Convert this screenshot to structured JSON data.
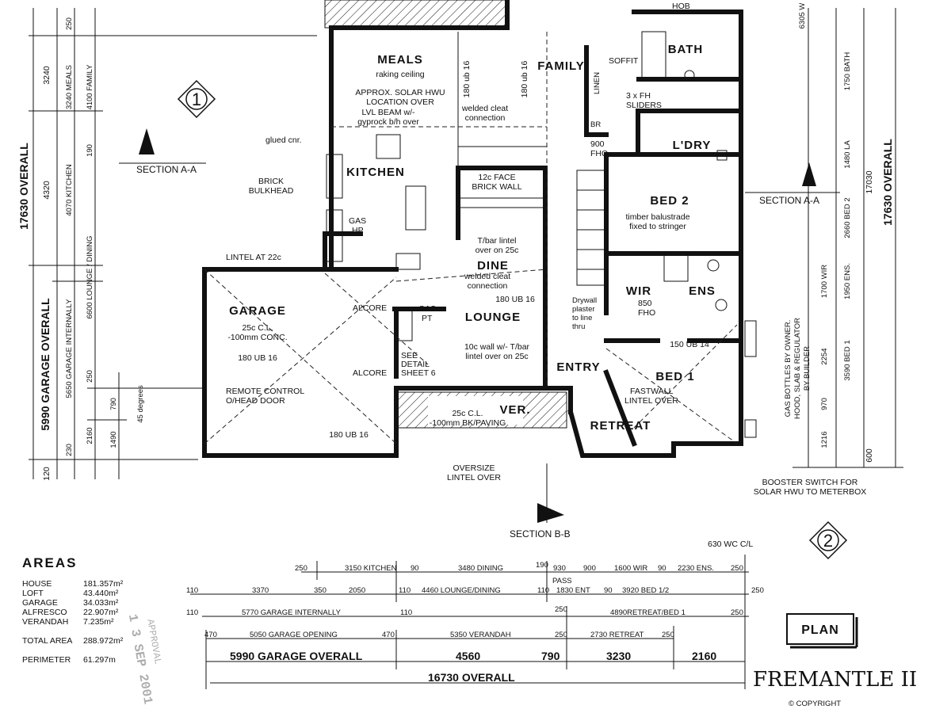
{
  "drawing": {
    "plan_title": "PLAN",
    "name": "FREMANTLE II",
    "copyright": "© COPYRIGHT",
    "section_aa_left": "SECTION A-A",
    "section_aa_right": "SECTION A-A",
    "section_bb": "SECTION B-B",
    "marker_1": "1",
    "marker_2": "2"
  },
  "rooms": {
    "meals": "MEALS",
    "meals_note": "raking ceiling",
    "family": "FAMILY",
    "kitchen": "KITCHEN",
    "dine": "DINE",
    "lounge": "LOUNGE",
    "garage": "GARAGE",
    "bath": "BATH",
    "ldry": "L'DRY",
    "bed2": "BED 2",
    "ens": "ENS",
    "wir": "WIR",
    "entry": "ENTRY",
    "bed1": "BED 1",
    "retreat": "RETREAT",
    "ver": "VER.",
    "alcore1": "ALCORE",
    "alcore2": "ALCORE"
  },
  "notes": {
    "solar": "APPROX. SOLAR HWU",
    "solar2": "LOCATION OVER",
    "lvl": "LVL BEAM w/-",
    "lvl2": "gyprock b/h over",
    "cleat1": "welded cleat",
    "cleat1b": "connection",
    "face": "12c FACE",
    "face2": "BRICK WALL",
    "tbar": "T/bar lintel",
    "tbar2": "over on 25c",
    "cleat2": "welded cleat",
    "cleat2b": "connection",
    "wall10": "10c wall w/- T/bar",
    "wall10b": "lintel over on 25c",
    "timber": "timber balustrade",
    "timber2": "fixed to stringer",
    "drywall": "Drywall",
    "drywall2": "plaster",
    "drywall3": "to line",
    "drywall4": "thru",
    "brick": "BRICK",
    "brick2": "BULKHEAD",
    "glued": "glued cnr.",
    "lintel22": "LINTEL AT 22c",
    "remote": "REMOTE CONTROL",
    "remote2": "O/HEAD DOOR",
    "garage_cl": "25c C.L.",
    "garage_cl2": "-100mm CONC.",
    "ver_cl": "25c C.L.",
    "ver_cl2": "-100mm BK/PAVING",
    "see": "SEE",
    "see2": "DETAIL",
    "see3": "SHEET 6",
    "fastwall": "FASTWALL",
    "fastwall2": "LINTEL OVER",
    "oversize": "OVERSIZE",
    "oversize2": "LINTEL OVER",
    "booster": "BOOSTER SWITCH FOR",
    "booster2": "SOLAR HWU TO METERBOX",
    "gas": "GAS BOTTLES BY OWNER.",
    "gas2": "HOOD, SLAB & REGULATOR",
    "gas3": "BY BUILDER",
    "gas_hp": "GAS",
    "gas_hp2": "HP",
    "gas_pt": "GAS",
    "gas_pt2": "PT",
    "sliders": "3 x FH",
    "sliders2": "SLIDERS",
    "hob": "HOB",
    "soffit": "SOFFIT",
    "linen": "LINEN",
    "br": "BR",
    "fho900": "900",
    "fho900b": "FHO",
    "fho850": "850",
    "fho850b": "FHO",
    "ub180_16a": "180 ub 16",
    "ub180_16b": "180 ub 16",
    "ub180_16c": "180 UB 16",
    "ub180_16d": "180 UB 16",
    "ub180_16e": "180 UB 16",
    "ub150": "150 UB 14",
    "wc_cl": "630 WC C/L",
    "pass": "PASS",
    "degrees": "45 degrees"
  },
  "dims_left": [
    {
      "v": "17630 OVERALL"
    },
    {
      "v": "3240"
    },
    {
      "v": "4320"
    },
    {
      "v": "5990 GARAGE OVERALL"
    },
    {
      "v": "120"
    },
    {
      "v": "3240 MEALS"
    },
    {
      "v": "4100 FAMILY"
    },
    {
      "v": "4070 KITCHEN"
    },
    {
      "v": "6600 LOUNGE / DINING"
    },
    {
      "v": "5650 GARAGE INTERNALLY"
    },
    {
      "v": "190"
    },
    {
      "v": "250"
    },
    {
      "v": "250"
    },
    {
      "v": "2160"
    },
    {
      "v": "790"
    },
    {
      "v": "1490"
    },
    {
      "v": "230"
    }
  ],
  "dims_right": [
    {
      "v": "17630 OVERALL"
    },
    {
      "v": "17030"
    },
    {
      "v": "1750 BATH"
    },
    {
      "v": "1480 LA"
    },
    {
      "v": "2660 BED 2"
    },
    {
      "v": "1700 WIR"
    },
    {
      "v": "1950 ENS."
    },
    {
      "v": "3590 BED 1"
    },
    {
      "v": "6305 W"
    },
    {
      "v": "2254"
    },
    {
      "v": "1216"
    },
    {
      "v": "970"
    },
    {
      "v": "600"
    }
  ],
  "bottom_rows": {
    "r1": [
      "250",
      "3150 KITCHEN",
      "90",
      "3480 DINING",
      "190",
      "930",
      "900",
      "1600 WIR",
      "90",
      "2230 ENS.",
      "250"
    ],
    "r2": [
      "110",
      "3370",
      "350",
      "2050",
      "110",
      "4460 LOUNGE/DINING",
      "110",
      "1830 ENT",
      "90",
      "3920 BED 1/2",
      "250"
    ],
    "r3": [
      "110",
      "5770 GARAGE INTERNALLY",
      "110",
      "250",
      "4890RETREAT/BED 1",
      "250"
    ],
    "r4": [
      "470",
      "5050 GARAGE OPENING",
      "470",
      "5350 VERANDAH",
      "250",
      "2730 RETREAT",
      "250"
    ],
    "r5": [
      "5990 GARAGE OVERALL",
      "4560",
      "790",
      "3230",
      "2160"
    ],
    "r6": [
      "16730 OVERALL"
    ]
  },
  "areas": {
    "heading": "AREAS",
    "rows": [
      {
        "label": "HOUSE",
        "value": "181.357m²"
      },
      {
        "label": "LOFT",
        "value": "43.440m²"
      },
      {
        "label": "GARAGE",
        "value": "34.033m²"
      },
      {
        "label": "ALFRESCO",
        "value": "22.907m²"
      },
      {
        "label": "VERANDAH",
        "value": "7.235m²"
      }
    ],
    "total_label": "TOTAL AREA",
    "total_value": "288.972m²",
    "perimeter_label": "PERIMETER",
    "perimeter_value": "61.297m"
  },
  "stamp": {
    "date": "1 3 SEP 2001",
    "word": "APPROVAL"
  }
}
